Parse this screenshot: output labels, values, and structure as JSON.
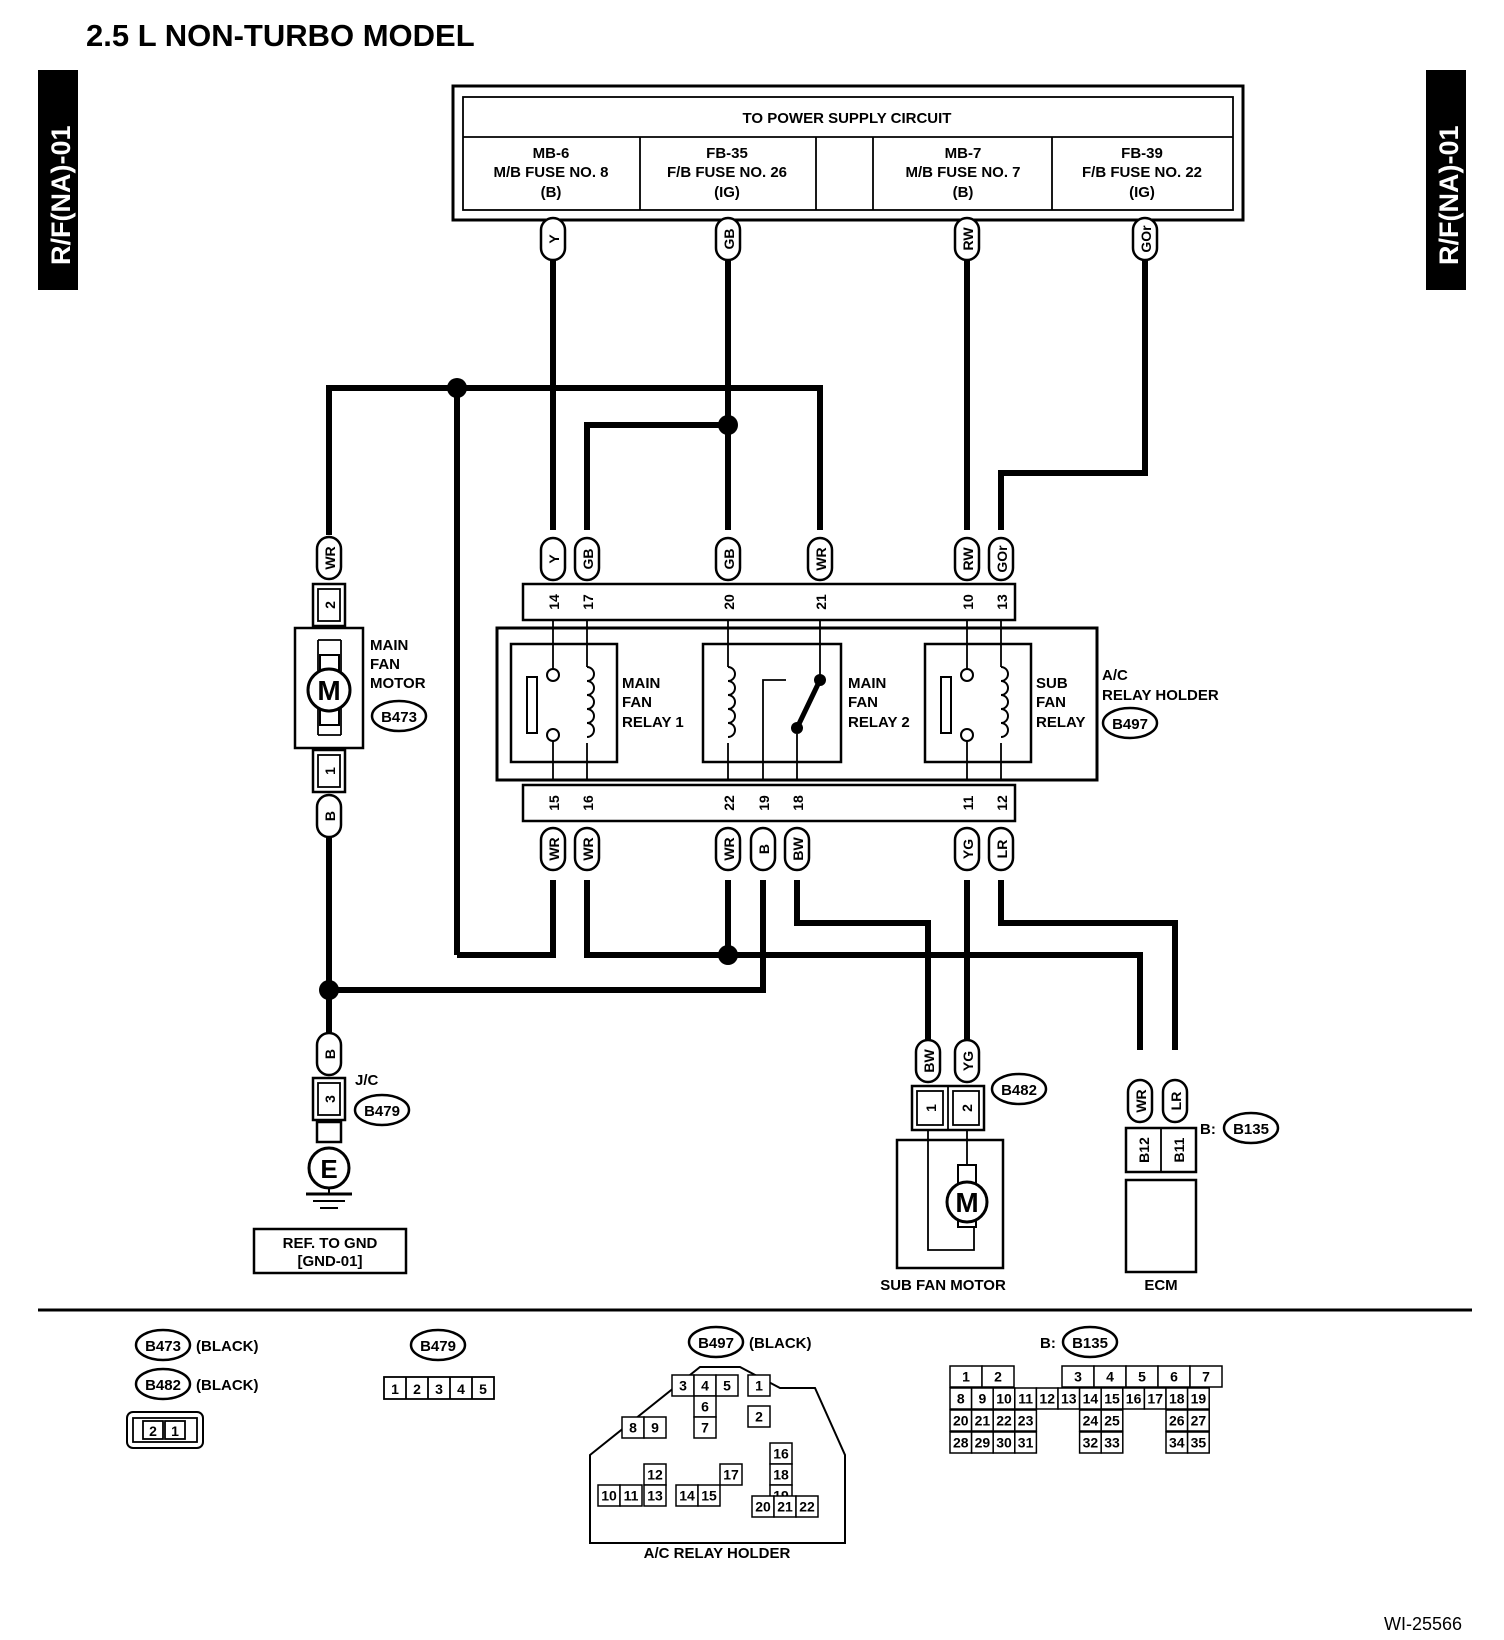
{
  "title": "2.5 L NON-TURBO MODEL",
  "side_tab_left": "R/F(NA)-01",
  "side_tab_right": "R/F(NA)-01",
  "figure_id": "WI-25566",
  "power_supply": {
    "heading": "TO POWER SUPPLY CIRCUIT",
    "fuses": [
      {
        "l1": "MB-6",
        "l2": "M/B FUSE NO. 8",
        "l3": "(B)",
        "wire": "Y"
      },
      {
        "l1": "FB-35",
        "l2": "F/B FUSE NO. 26",
        "l3": "(IG)",
        "wire": "GB"
      },
      {
        "l1": "MB-7",
        "l2": "M/B FUSE NO. 7",
        "l3": "(B)",
        "wire": "RW"
      },
      {
        "l1": "FB-39",
        "l2": "F/B FUSE NO. 22",
        "l3": "(IG)",
        "wire": "GOr"
      }
    ]
  },
  "relay_holder": {
    "label_1": "A/C",
    "label_2": "RELAY HOLDER",
    "connector": "B497",
    "top_pins": [
      {
        "pin": "14",
        "wire": "Y"
      },
      {
        "pin": "17",
        "wire": "GB"
      },
      {
        "pin": "20",
        "wire": "GB"
      },
      {
        "pin": "21",
        "wire": "WR"
      },
      {
        "pin": "10",
        "wire": "RW"
      },
      {
        "pin": "13",
        "wire": "GOr"
      }
    ],
    "bottom_pins": [
      {
        "pin": "15",
        "wire": "WR"
      },
      {
        "pin": "16",
        "wire": "WR"
      },
      {
        "pin": "22",
        "wire": "WR"
      },
      {
        "pin": "19",
        "wire": "B"
      },
      {
        "pin": "18",
        "wire": "BW"
      },
      {
        "pin": "11",
        "wire": "YG"
      },
      {
        "pin": "12",
        "wire": "LR"
      }
    ],
    "relays": [
      {
        "l1": "MAIN",
        "l2": "FAN",
        "l3": "RELAY 1"
      },
      {
        "l1": "MAIN",
        "l2": "FAN",
        "l3": "RELAY 2"
      },
      {
        "l1": "SUB",
        "l2": "FAN",
        "l3": "RELAY"
      }
    ]
  },
  "main_fan_motor": {
    "l1": "MAIN",
    "l2": "FAN",
    "l3": "MOTOR",
    "connector": "B473",
    "motor_symbol": "M",
    "pin_top": "2",
    "pin_bottom": "1",
    "wire_top": "WR",
    "wire_bottom": "B"
  },
  "junction": {
    "label": "J/C",
    "connector": "B479",
    "pin": "3",
    "wire": "B",
    "ground_symbol": "E",
    "ref_1": "REF. TO GND",
    "ref_2": "[GND-01]"
  },
  "sub_fan_motor": {
    "label": "SUB FAN MOTOR",
    "connector": "B482",
    "motor_symbol": "M",
    "pins": [
      {
        "pin": "1",
        "wire": "BW"
      },
      {
        "pin": "2",
        "wire": "YG"
      }
    ]
  },
  "ecm": {
    "label": "ECM",
    "connector_prefix": "B:",
    "connector": "B135",
    "pins": [
      {
        "pin": "B12",
        "wire": "WR"
      },
      {
        "pin": "B11",
        "wire": "LR"
      }
    ]
  },
  "legend": {
    "b473": {
      "code": "B473",
      "color": "(BLACK)"
    },
    "b482": {
      "code": "B482",
      "color": "(BLACK)",
      "pins": [
        "2",
        "1"
      ]
    },
    "b479": {
      "code": "B479",
      "pins": [
        "1",
        "2",
        "3",
        "4",
        "5"
      ]
    },
    "b497": {
      "code": "B497",
      "color": "(BLACK)",
      "caption": "A/C RELAY HOLDER",
      "pins": [
        "3",
        "4",
        "5",
        "1",
        "6",
        "2",
        "7",
        "8",
        "9",
        "16",
        "18",
        "12",
        "19",
        "10",
        "11",
        "13",
        "14",
        "15",
        "17",
        "20",
        "21",
        "22"
      ]
    },
    "b135": {
      "prefix": "B:",
      "code": "B135",
      "row1": [
        "1",
        "2",
        "3",
        "4",
        "5",
        "6",
        "7"
      ],
      "row2": [
        "8",
        "9",
        "10",
        "11",
        "12",
        "13",
        "14",
        "15",
        "16",
        "17",
        "18",
        "19"
      ],
      "row3": [
        "20",
        "21",
        "22",
        "23",
        "24",
        "25",
        "26",
        "27"
      ],
      "row4": [
        "28",
        "29",
        "30",
        "31",
        "32",
        "33",
        "34",
        "35"
      ]
    }
  }
}
